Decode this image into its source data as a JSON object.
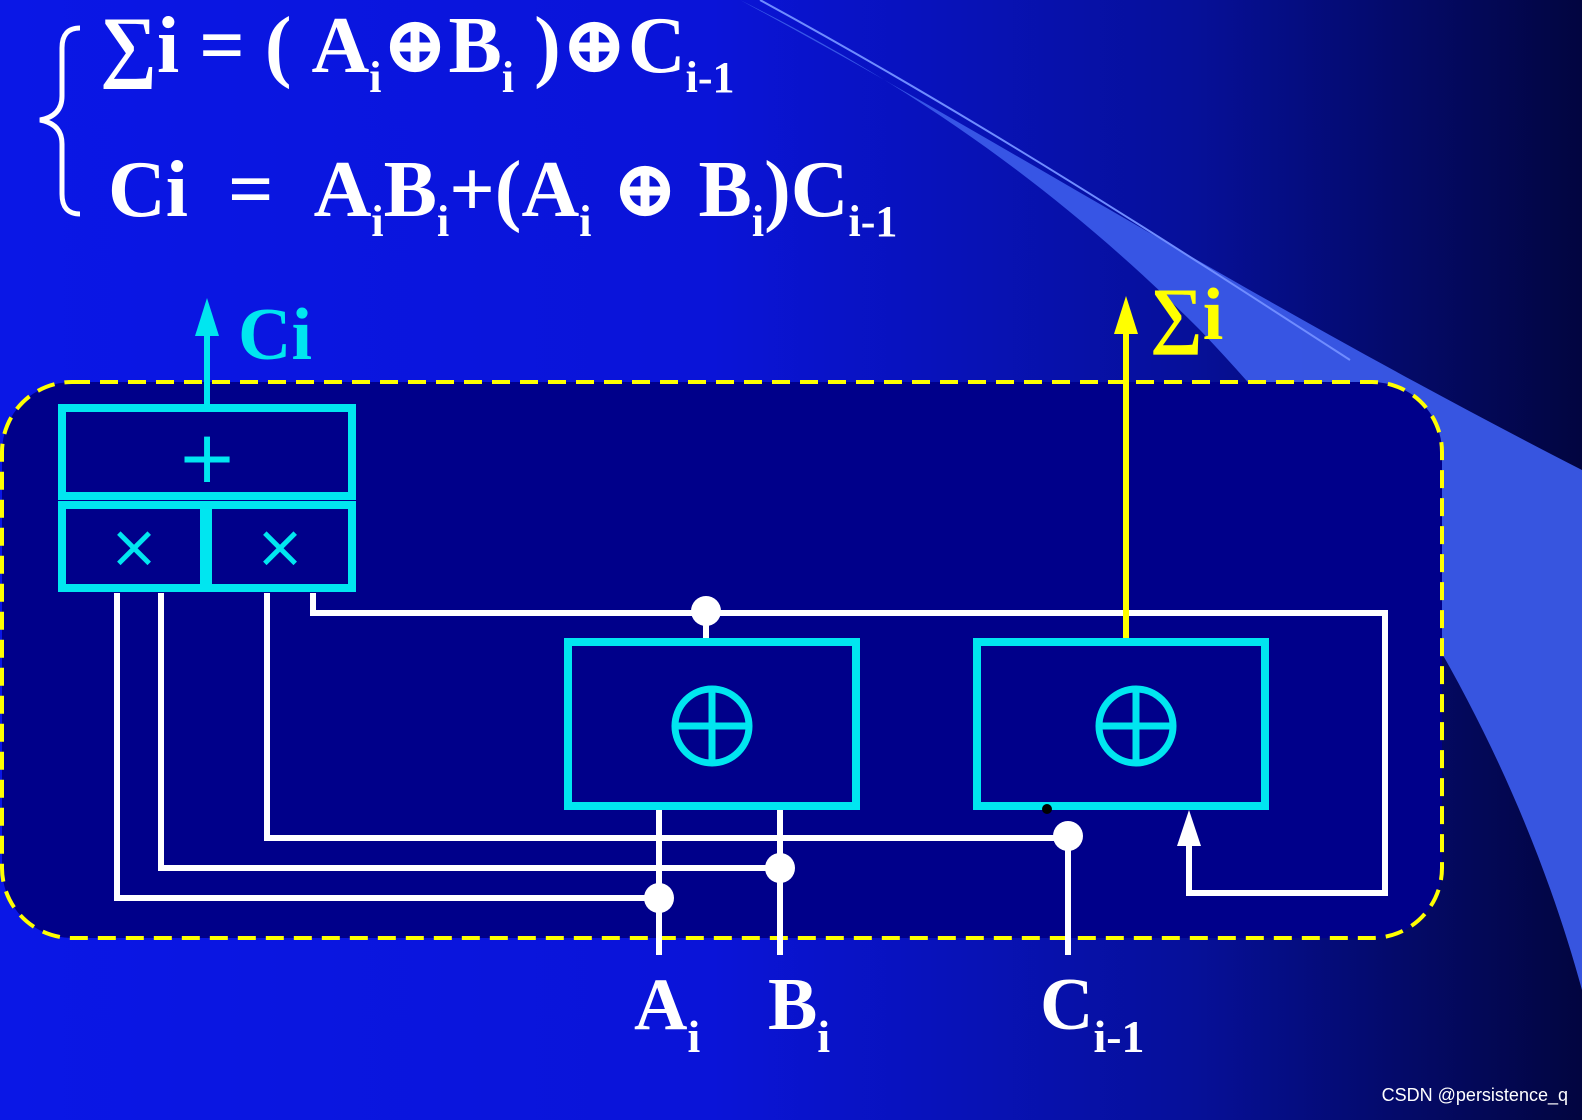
{
  "equations": {
    "sum": {
      "lhs": "∑i",
      "eq": "=",
      "open": "(",
      "a": "A",
      "a_sub": "i",
      "xor1": "⊕",
      "b": "B",
      "b_sub": "i",
      "close": ")",
      "xor2": "⊕",
      "c": "C",
      "c_sub": "i-1"
    },
    "carry": {
      "lhs": "Ci",
      "eq": "=",
      "a1": "A",
      "a1_sub": "i",
      "b1": "B",
      "b1_sub": "i",
      "plus_open": "+(",
      "a2": "A",
      "a2_sub": "i",
      "xor": "⊕",
      "b2": "B",
      "b2_sub": "i",
      "close": ")",
      "c": "C",
      "c_sub": "i-1"
    }
  },
  "outputs": {
    "carry_label": "Ci",
    "sum_label": "∑i"
  },
  "inputs": {
    "a": "A",
    "a_sub": "i",
    "b": "B",
    "b_sub": "i",
    "c": "C",
    "c_sub": "i-1"
  },
  "gates": {
    "or_symbol": "+",
    "and_symbol": "×",
    "xor_symbol": "⊕"
  },
  "colors": {
    "background": "#0a17e6",
    "wire": "#ffffff",
    "gate": "#00e6f0",
    "sum_output": "#ffff00",
    "boundary": "#ffff00"
  },
  "watermark": "CSDN @persistence_q"
}
